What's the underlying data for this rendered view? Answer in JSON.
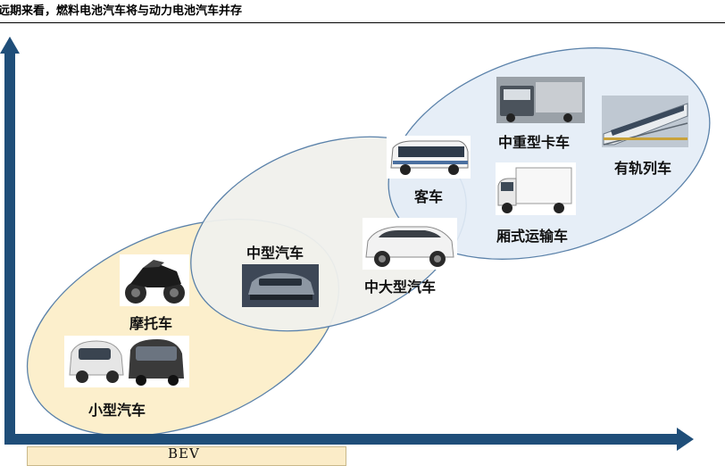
{
  "header": {
    "title": "远期来看，燃料电池汽车将与动力电池汽车并存"
  },
  "footer": {
    "label": "BEV"
  },
  "vehicles": {
    "motorcycle": "摩托车",
    "small_car": "小型汽车",
    "mid_car": "中型汽车",
    "large_car": "中大型汽车",
    "bus": "客车",
    "heavy_truck": "中重型卡车",
    "box_truck": "厢式运输车",
    "rail": "有轨列车"
  },
  "colors": {
    "axis": "#1f4e79",
    "ellipse_small": "#fcefcc",
    "ellipse_mid": "#f0f0ec",
    "ellipse_large": "#e3ecf6",
    "ellipse_stroke": "#5b82aa"
  }
}
